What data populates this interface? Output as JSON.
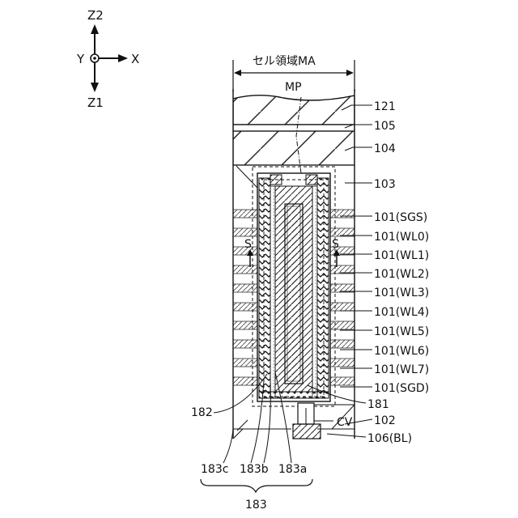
{
  "axes": {
    "z2": "Z2",
    "z1": "Z1",
    "x": "X",
    "y": "Y"
  },
  "region_label": "セル領域MA",
  "memory_pillar_label": "MP",
  "source_marks": [
    "S",
    "S"
  ],
  "right_labels": {
    "l121": "121",
    "l105": "105",
    "l104": "104",
    "l103": "103",
    "sgs": "101(SGS)",
    "wl0": "101(WL0)",
    "wl1": "101(WL1)",
    "wl2": "101(WL2)",
    "wl3": "101(WL3)",
    "wl4": "101(WL4)",
    "wl5": "101(WL5)",
    "wl6": "101(WL6)",
    "wl7": "101(WL7)",
    "sgd": "101(SGD)",
    "l181": "181",
    "cv": "CV",
    "l102": "102",
    "bl": "106(BL)"
  },
  "left_labels": {
    "l182": "182"
  },
  "bottom_labels": {
    "c": "183c",
    "b": "183b",
    "a": "183a",
    "group": "183"
  }
}
